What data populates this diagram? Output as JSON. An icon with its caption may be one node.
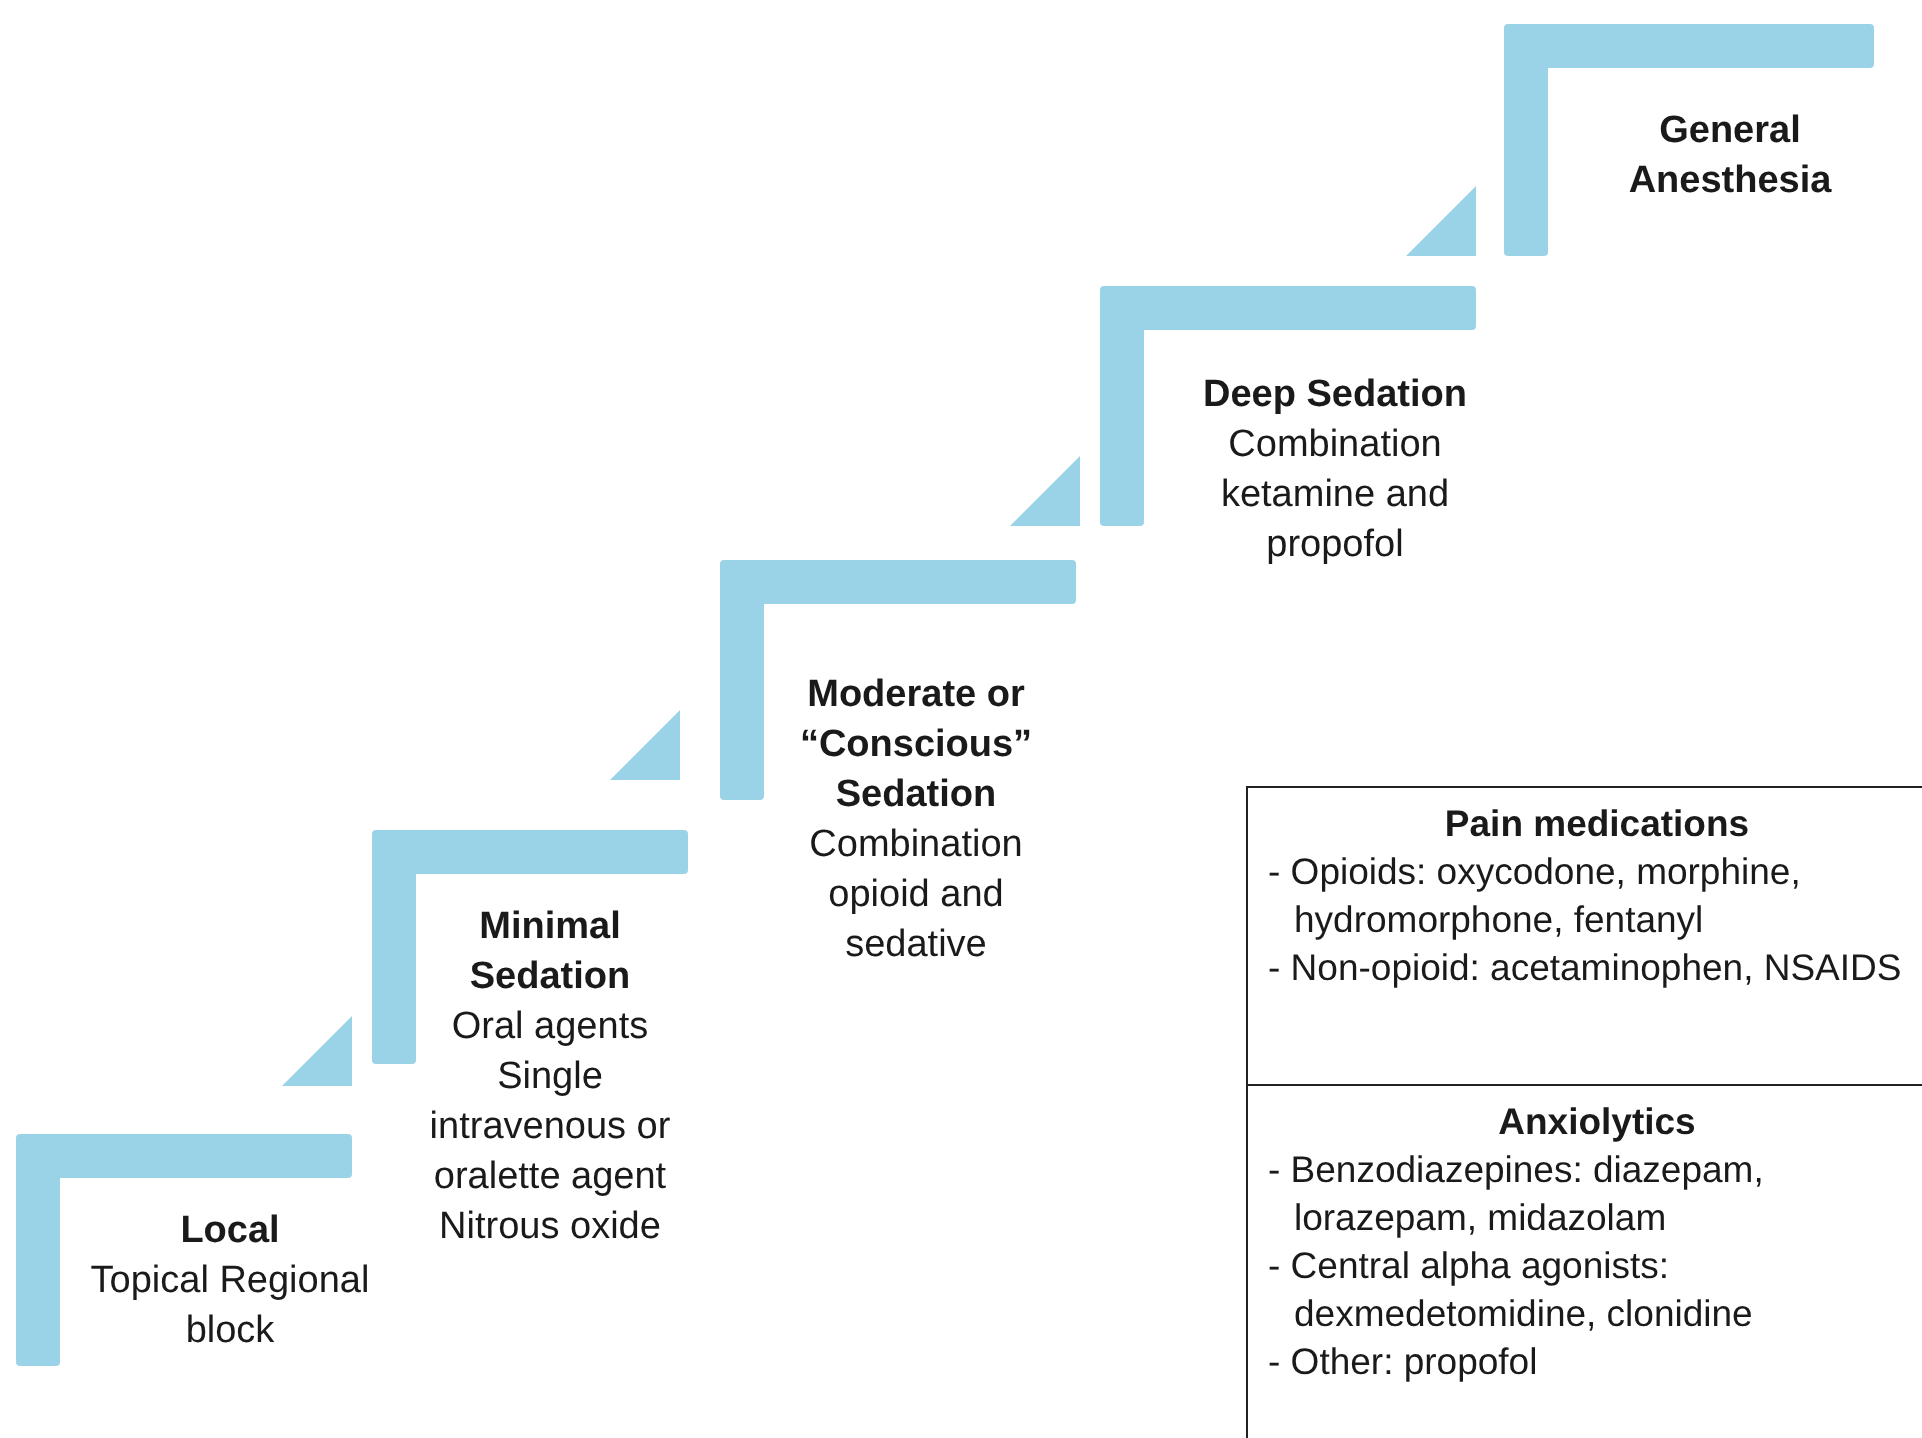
{
  "diagram": {
    "nodes": [
      {
        "text": [
          "Local",
          "Topical Regional block"
        ]
      },
      {
        "text": [
          "Minimal Sedation",
          "Oral agents Single intravenous or oralette agent Nitrous oxide"
        ]
      },
      {
        "text": [
          "Moderate or “Conscious” Sedation",
          "Combination opioid and sedative"
        ]
      },
      {
        "text": [
          "Deep Sedation",
          "Combination ketamine and propofol"
        ]
      },
      {
        "text": [
          "General Anesthesia"
        ]
      },
      {
        "text": [
          "Pain medications",
          "- Opioids: oxycodone, morphine, hydromorphone, fentanyl",
          "- Non-opioid: acetaminophen, NSAIDS"
        ]
      },
      {
        "text": [
          "Anxiolytics",
          "- Benzodiazepines: diazepam, lorazepam, midazolam",
          "- Central alpha agonists: dexmedetomidine, clonidine",
          "- Other: propofol"
        ]
      }
    ]
  }
}
